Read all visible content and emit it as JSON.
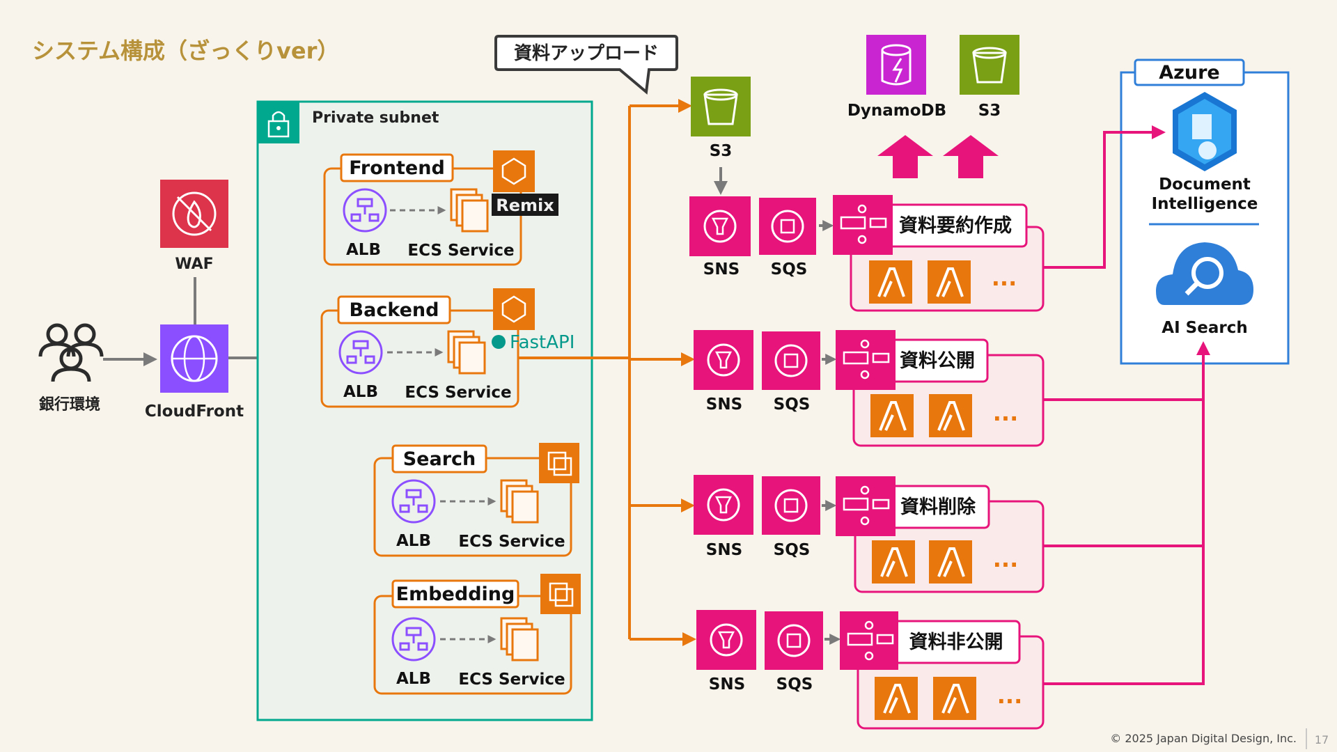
{
  "title": "システム構成（ざっくりver）",
  "callout": "資料アップロード",
  "users_label": "銀行環境",
  "waf_label": "WAF",
  "cloudfront_label": "CloudFront",
  "subnet_label": "Private subnet",
  "services": [
    {
      "name": "Frontend",
      "alb": "ALB",
      "ecs": "ECS Service",
      "framework": "Remix"
    },
    {
      "name": "Backend",
      "alb": "ALB",
      "ecs": "ECS Service",
      "framework": "FastAPI"
    },
    {
      "name": "Search",
      "alb": "ALB",
      "ecs": "ECS Service"
    },
    {
      "name": "Embedding",
      "alb": "ALB",
      "ecs": "ECS Service"
    }
  ],
  "s3_upload_label": "S3",
  "top_storage": [
    {
      "label": "DynamoDB",
      "icon": "dynamodb-icon",
      "color": "#c925d1"
    },
    {
      "label": "S3",
      "icon": "s3-bucket-icon",
      "color": "#7aa116"
    }
  ],
  "pipelines": [
    {
      "sns": "SNS",
      "sqs": "SQS",
      "name": "資料要約作成",
      "more": "..."
    },
    {
      "sns": "SNS",
      "sqs": "SQS",
      "name": "資料公開",
      "more": "..."
    },
    {
      "sns": "SNS",
      "sqs": "SQS",
      "name": "資料削除",
      "more": "..."
    },
    {
      "sns": "SNS",
      "sqs": "SQS",
      "name": "資料非公開",
      "more": "..."
    }
  ],
  "azure": {
    "title": "Azure",
    "doc_intel": "Document\nIntelligence",
    "doc_intel_line1": "Document",
    "doc_intel_line2": "Intelligence",
    "ai_search": "AI Search"
  },
  "footer": {
    "copyright": "© 2025 Japan Digital Design, Inc.",
    "page": "17"
  },
  "colors": {
    "orange": "#e8770e",
    "magenta": "#e7157b",
    "purple": "#8c4fff",
    "teal": "#01a88d",
    "waf_red": "#dd344c",
    "azure_blue": "#2f7ed8",
    "title_gold": "#b8923a"
  }
}
